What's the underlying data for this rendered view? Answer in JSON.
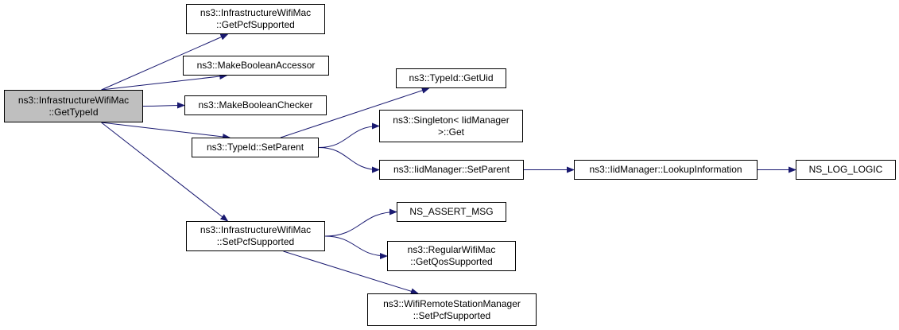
{
  "diagram": {
    "nodes": [
      {
        "id": "root",
        "lines": [
          "ns3::InfrastructureWifiMac",
          "::GetTypeId"
        ]
      },
      {
        "id": "get_pcf",
        "lines": [
          "ns3::InfrastructureWifiMac",
          "::GetPcfSupported"
        ]
      },
      {
        "id": "make_bool_acc",
        "lines": [
          "ns3::MakeBooleanAccessor"
        ]
      },
      {
        "id": "make_bool_chk",
        "lines": [
          "ns3::MakeBooleanChecker"
        ]
      },
      {
        "id": "set_parent",
        "lines": [
          "ns3::TypeId::SetParent"
        ]
      },
      {
        "id": "set_pcf",
        "lines": [
          "ns3::InfrastructureWifiMac",
          "::SetPcfSupported"
        ]
      },
      {
        "id": "get_uid",
        "lines": [
          "ns3::TypeId::GetUid"
        ]
      },
      {
        "id": "singleton",
        "lines": [
          "ns3::Singleton< IidManager",
          " >::Get"
        ]
      },
      {
        "id": "iid_set_parent",
        "lines": [
          "ns3::IidManager::SetParent"
        ]
      },
      {
        "id": "lookup",
        "lines": [
          "ns3::IidManager::LookupInformation"
        ]
      },
      {
        "id": "ns_log",
        "lines": [
          "NS_LOG_LOGIC"
        ]
      },
      {
        "id": "ns_assert",
        "lines": [
          "NS_ASSERT_MSG"
        ]
      },
      {
        "id": "qos",
        "lines": [
          "ns3::RegularWifiMac",
          "::GetQosSupported"
        ]
      },
      {
        "id": "remote",
        "lines": [
          "ns3::WifiRemoteStationManager",
          "::SetPcfSupported"
        ]
      }
    ],
    "edges": [
      [
        "root",
        "get_pcf"
      ],
      [
        "root",
        "make_bool_acc"
      ],
      [
        "root",
        "make_bool_chk"
      ],
      [
        "root",
        "set_parent"
      ],
      [
        "root",
        "set_pcf"
      ],
      [
        "set_parent",
        "get_uid"
      ],
      [
        "set_parent",
        "singleton"
      ],
      [
        "set_parent",
        "iid_set_parent"
      ],
      [
        "iid_set_parent",
        "lookup"
      ],
      [
        "lookup",
        "ns_log"
      ],
      [
        "set_pcf",
        "ns_assert"
      ],
      [
        "set_pcf",
        "qos"
      ],
      [
        "set_pcf",
        "remote"
      ]
    ],
    "colors": {
      "edge": "#191970",
      "root_fill": "#bfbfbf",
      "node_fill": "#ffffff",
      "border": "#000000"
    }
  }
}
